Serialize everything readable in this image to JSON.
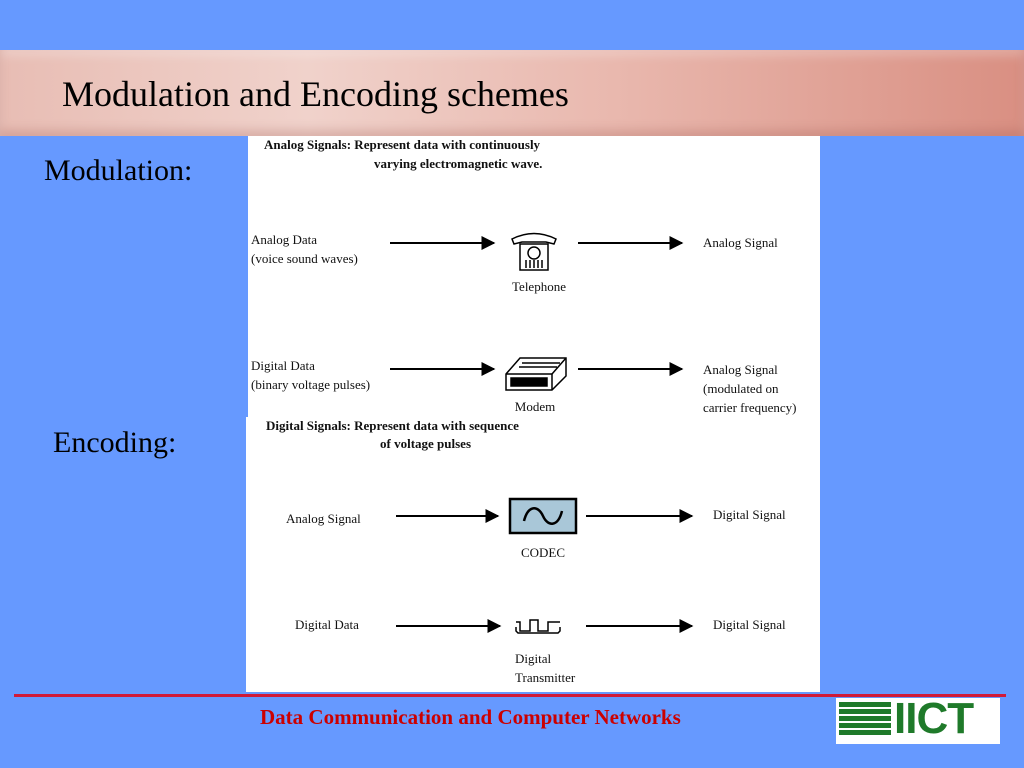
{
  "slide": {
    "title": "Modulation and Encoding schemes",
    "modulation_label": "Modulation:",
    "encoding_label": "Encoding:",
    "footer": "Data Communication and Computer Networks",
    "logo_text": "IICT"
  },
  "diagram": {
    "modulation": {
      "header_line1": "Analog Signals: Represent data with continuously",
      "header_line2": "varying electromagnetic wave.",
      "row1": {
        "input_line1": "Analog Data",
        "input_line2": "(voice sound waves)",
        "device": "Telephone",
        "device_icon": "telephone-icon",
        "output_line1": "Analog Signal"
      },
      "row2": {
        "input_line1": "Digital Data",
        "input_line2": "(binary voltage pulses)",
        "device": "Modem",
        "device_icon": "modem-icon",
        "output_line1": "Analog Signal",
        "output_line2": "(modulated on",
        "output_line3": "carrier frequency)"
      }
    },
    "encoding": {
      "header_line1": "Digital Signals: Represent data with sequence",
      "header_line2": "of voltage pulses",
      "row1": {
        "input": "Analog Signal",
        "device": "CODEC",
        "device_icon": "codec-icon",
        "output": "Digital Signal"
      },
      "row2": {
        "input": "Digital Data",
        "device_line1": "Digital",
        "device_line2": "Transmitter",
        "device_icon": "digital-transmitter-icon",
        "output": "Digital Signal"
      }
    }
  },
  "colors": {
    "background": "#6699ff",
    "footer_text": "#cc0000",
    "footer_line": "#d01a3a",
    "logo_green": "#1f7a2a"
  }
}
